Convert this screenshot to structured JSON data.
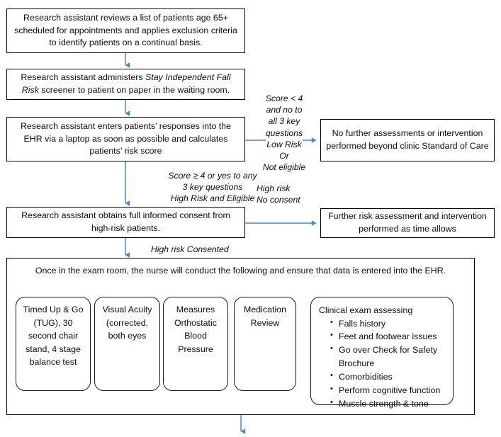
{
  "diagram": {
    "title": "Fall Risk Screening and Intervention Workflow",
    "line_color": "#4A87C4",
    "box_border_color": "#000000",
    "text_color": "#0D0D0D",
    "background": "#FFFFFF"
  },
  "steps": {
    "step1": "Research assistant reviews a list of patients age 65+ scheduled for appointments and applies exclusion criteria to identify patients on a continual basis.",
    "step2_pre": "Research assistant administers ",
    "step2_italic": "Stay Independent Fall Risk",
    "step2_post": " screener to patient on paper in the waiting room.",
    "step3": "Research assistant enters patients’ responses into the EHR via a laptop as soon as possible and calculates patients’ risk score",
    "step4": "Research assistant obtains full informed consent from high-risk patients.",
    "outcome_low_risk": "No further assessments or intervention performed beyond clinic Standard of Care",
    "outcome_no_consent": "Further risk assessment and intervention performed as time allows"
  },
  "edge_labels": {
    "low_risk": "Score < 4\nand no to\nall 3 key\nquestions\nLow Risk\nOr\nNot eligible",
    "high_risk_eligible": "Score ≥ 4 or yes to any\n3 key questions\nHigh Risk and Eligible",
    "high_risk_no_consent": "High risk\nNo consent",
    "high_risk_consented": "High risk Consented"
  },
  "exam_section": {
    "header": "Once in the exam room, the nurse will conduct the following and ensure that data is entered into the EHR.",
    "tasks": [
      {
        "id": "tug",
        "text": "Timed Up & Go (TUG), 30 second chair stand, 4 stage balance test"
      },
      {
        "id": "visual-acuity",
        "text": "Visual Acuity (corrected, both eyes"
      },
      {
        "id": "orthostatic-bp",
        "text": "Measures Orthostatic Blood Pressure"
      },
      {
        "id": "medication-review",
        "text": "Medication Review"
      }
    ],
    "clinical_exam": {
      "title": "Clinical exam assessing",
      "items": [
        "Falls history",
        "Feet and footwear issues",
        "Go over Check for Safety Brochure",
        "Comorbidities",
        "Perform cognitive function",
        "Muscle strength & tone"
      ]
    }
  }
}
